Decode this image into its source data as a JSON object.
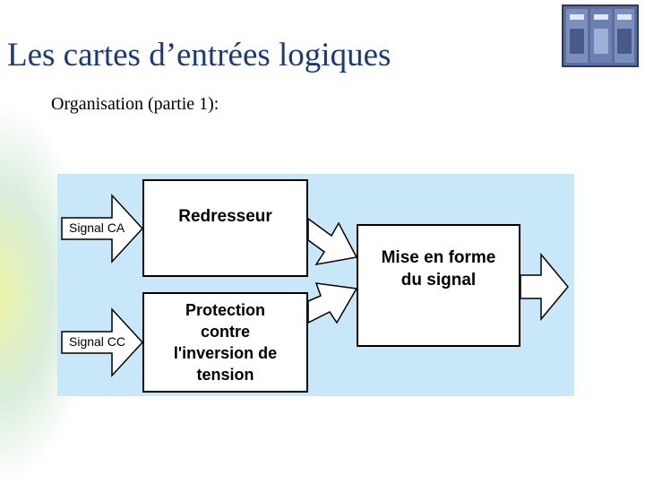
{
  "slide": {
    "title": "Les cartes d’entrées logiques",
    "subtitle": "Organisation (partie 1):"
  },
  "diagram": {
    "inputs": [
      {
        "label": "Signal CA"
      },
      {
        "label": "Signal CC"
      }
    ],
    "blocks": {
      "redresseur": "Redresseur",
      "protection": [
        "Protection",
        "contre",
        "l'inversion de",
        "tension"
      ],
      "mise_en_forme": [
        "Mise en forme",
        "du signal"
      ]
    }
  },
  "colors": {
    "title": "#1b3a7a",
    "panel": "#c8e8fa",
    "background_accent": "#eef5a8"
  },
  "icons": {
    "plc_image": "plc-module-icon"
  }
}
